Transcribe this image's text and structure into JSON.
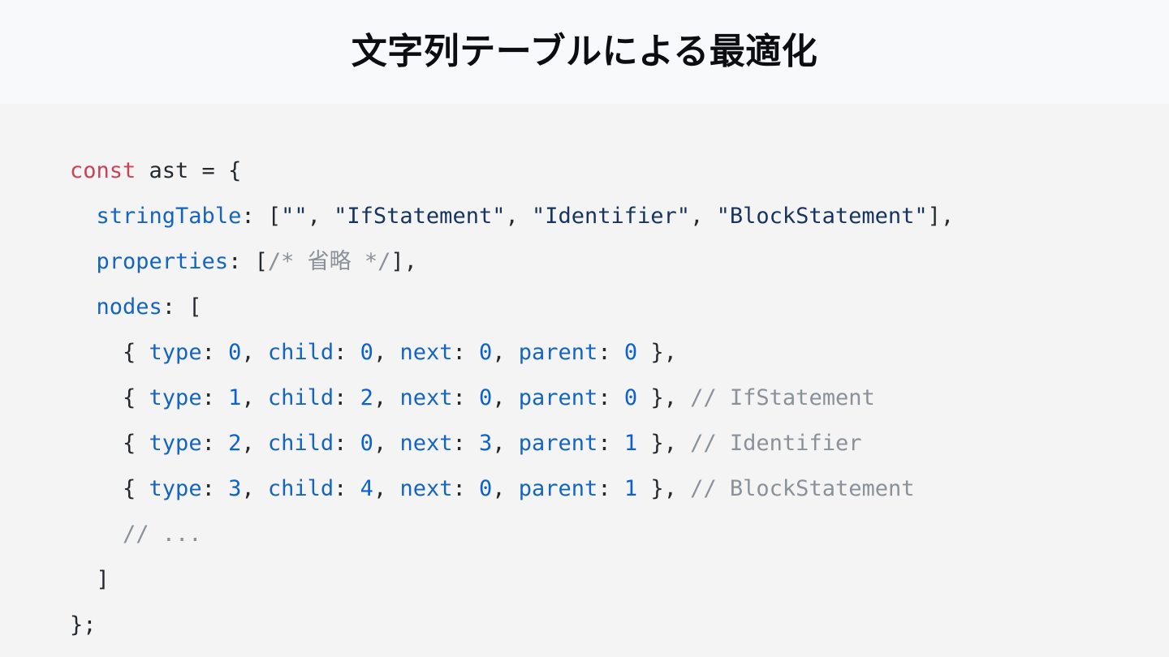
{
  "header": {
    "title": "文字列テーブルによる最適化"
  },
  "colors": {
    "header_background": "#f8f9fb",
    "code_background": "#f4f4f4",
    "keyword": "#c8435a",
    "property": "#1565c0",
    "number": "#0b61d1",
    "string": "#17345e",
    "comment": "#8a9199",
    "punctuation": "#24292e",
    "title": "#0b0d10"
  },
  "code": {
    "language": "javascript",
    "lines": [
      {
        "id": "line-1",
        "tokens": [
          {
            "t": "const",
            "c": "kw"
          },
          {
            "t": " ast = {",
            "c": "pun"
          }
        ]
      },
      {
        "id": "line-2",
        "tokens": [
          {
            "t": "  ",
            "c": "pln"
          },
          {
            "t": "stringTable",
            "c": "prop"
          },
          {
            "t": ": [",
            "c": "pun"
          },
          {
            "t": "\"\"",
            "c": "str"
          },
          {
            "t": ", ",
            "c": "pun"
          },
          {
            "t": "\"IfStatement\"",
            "c": "str"
          },
          {
            "t": ", ",
            "c": "pun"
          },
          {
            "t": "\"Identifier\"",
            "c": "str"
          },
          {
            "t": ", ",
            "c": "pun"
          },
          {
            "t": "\"BlockStatement\"",
            "c": "str"
          },
          {
            "t": "],",
            "c": "pun"
          }
        ]
      },
      {
        "id": "line-3",
        "tokens": [
          {
            "t": "  ",
            "c": "pln"
          },
          {
            "t": "properties",
            "c": "prop"
          },
          {
            "t": ": [",
            "c": "pun"
          },
          {
            "t": "/* 省略 */",
            "c": "com"
          },
          {
            "t": "],",
            "c": "pun"
          }
        ]
      },
      {
        "id": "line-4",
        "tokens": [
          {
            "t": "  ",
            "c": "pln"
          },
          {
            "t": "nodes",
            "c": "prop"
          },
          {
            "t": ": [",
            "c": "pun"
          }
        ]
      },
      {
        "id": "line-5",
        "tokens": [
          {
            "t": "    { ",
            "c": "pun"
          },
          {
            "t": "type",
            "c": "prop"
          },
          {
            "t": ": ",
            "c": "pun"
          },
          {
            "t": "0",
            "c": "num"
          },
          {
            "t": ", ",
            "c": "pun"
          },
          {
            "t": "child",
            "c": "prop"
          },
          {
            "t": ": ",
            "c": "pun"
          },
          {
            "t": "0",
            "c": "num"
          },
          {
            "t": ", ",
            "c": "pun"
          },
          {
            "t": "next",
            "c": "prop"
          },
          {
            "t": ": ",
            "c": "pun"
          },
          {
            "t": "0",
            "c": "num"
          },
          {
            "t": ", ",
            "c": "pun"
          },
          {
            "t": "parent",
            "c": "prop"
          },
          {
            "t": ": ",
            "c": "pun"
          },
          {
            "t": "0",
            "c": "num"
          },
          {
            "t": " },",
            "c": "pun"
          }
        ]
      },
      {
        "id": "line-6",
        "tokens": [
          {
            "t": "    { ",
            "c": "pun"
          },
          {
            "t": "type",
            "c": "prop"
          },
          {
            "t": ": ",
            "c": "pun"
          },
          {
            "t": "1",
            "c": "num"
          },
          {
            "t": ", ",
            "c": "pun"
          },
          {
            "t": "child",
            "c": "prop"
          },
          {
            "t": ": ",
            "c": "pun"
          },
          {
            "t": "2",
            "c": "num"
          },
          {
            "t": ", ",
            "c": "pun"
          },
          {
            "t": "next",
            "c": "prop"
          },
          {
            "t": ": ",
            "c": "pun"
          },
          {
            "t": "0",
            "c": "num"
          },
          {
            "t": ", ",
            "c": "pun"
          },
          {
            "t": "parent",
            "c": "prop"
          },
          {
            "t": ": ",
            "c": "pun"
          },
          {
            "t": "0",
            "c": "num"
          },
          {
            "t": " }, ",
            "c": "pun"
          },
          {
            "t": "// IfStatement",
            "c": "com"
          }
        ]
      },
      {
        "id": "line-7",
        "tokens": [
          {
            "t": "    { ",
            "c": "pun"
          },
          {
            "t": "type",
            "c": "prop"
          },
          {
            "t": ": ",
            "c": "pun"
          },
          {
            "t": "2",
            "c": "num"
          },
          {
            "t": ", ",
            "c": "pun"
          },
          {
            "t": "child",
            "c": "prop"
          },
          {
            "t": ": ",
            "c": "pun"
          },
          {
            "t": "0",
            "c": "num"
          },
          {
            "t": ", ",
            "c": "pun"
          },
          {
            "t": "next",
            "c": "prop"
          },
          {
            "t": ": ",
            "c": "pun"
          },
          {
            "t": "3",
            "c": "num"
          },
          {
            "t": ", ",
            "c": "pun"
          },
          {
            "t": "parent",
            "c": "prop"
          },
          {
            "t": ": ",
            "c": "pun"
          },
          {
            "t": "1",
            "c": "num"
          },
          {
            "t": " }, ",
            "c": "pun"
          },
          {
            "t": "// Identifier",
            "c": "com"
          }
        ]
      },
      {
        "id": "line-8",
        "tokens": [
          {
            "t": "    { ",
            "c": "pun"
          },
          {
            "t": "type",
            "c": "prop"
          },
          {
            "t": ": ",
            "c": "pun"
          },
          {
            "t": "3",
            "c": "num"
          },
          {
            "t": ", ",
            "c": "pun"
          },
          {
            "t": "child",
            "c": "prop"
          },
          {
            "t": ": ",
            "c": "pun"
          },
          {
            "t": "4",
            "c": "num"
          },
          {
            "t": ", ",
            "c": "pun"
          },
          {
            "t": "next",
            "c": "prop"
          },
          {
            "t": ": ",
            "c": "pun"
          },
          {
            "t": "0",
            "c": "num"
          },
          {
            "t": ", ",
            "c": "pun"
          },
          {
            "t": "parent",
            "c": "prop"
          },
          {
            "t": ": ",
            "c": "pun"
          },
          {
            "t": "1",
            "c": "num"
          },
          {
            "t": " }, ",
            "c": "pun"
          },
          {
            "t": "// BlockStatement",
            "c": "com"
          }
        ]
      },
      {
        "id": "line-9",
        "tokens": [
          {
            "t": "    ",
            "c": "pln"
          },
          {
            "t": "// ...",
            "c": "com"
          }
        ]
      },
      {
        "id": "line-10",
        "tokens": [
          {
            "t": "  ]",
            "c": "pun"
          }
        ]
      },
      {
        "id": "line-11",
        "tokens": [
          {
            "t": "};",
            "c": "pun"
          }
        ]
      }
    ]
  }
}
